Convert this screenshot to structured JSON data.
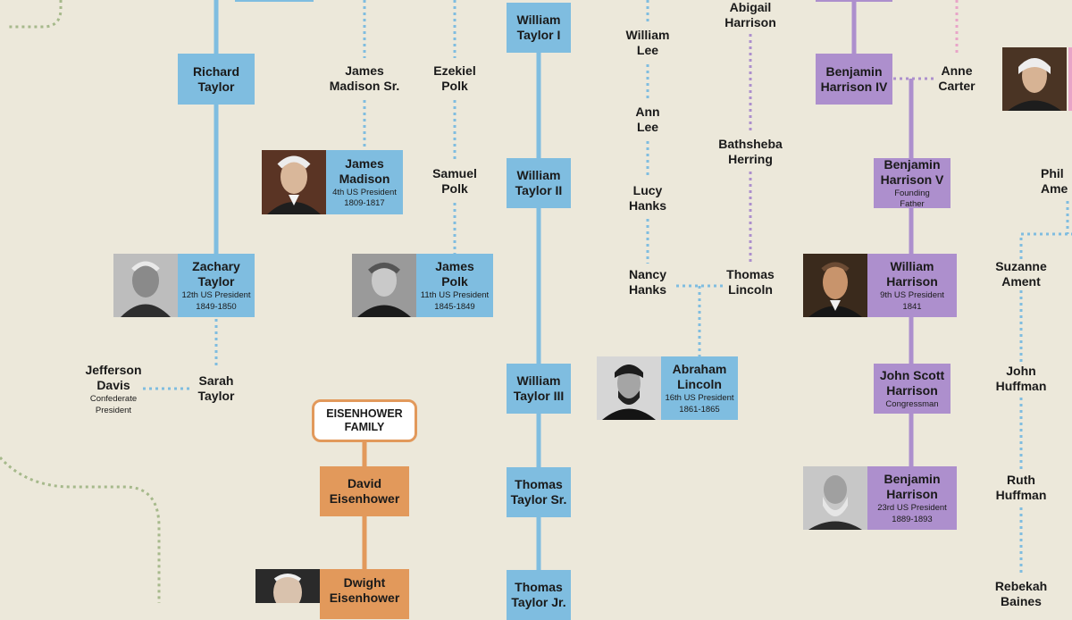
{
  "people": {
    "richard_taylor": {
      "name": "Richard\nTaylor"
    },
    "zachary_taylor": {
      "name": "Zachary\nTaylor",
      "line1": "12th US President",
      "line2": "1849-1850"
    },
    "sarah_taylor": {
      "name": "Sarah\nTaylor"
    },
    "jefferson_davis": {
      "name": "Jefferson\nDavis",
      "line1": "Confederate",
      "line2": "President"
    },
    "james_madison_sr": {
      "name": "James\nMadison Sr."
    },
    "james_madison": {
      "name": "James\nMadison",
      "line1": "4th US President",
      "line2": "1809-1817"
    },
    "ezekiel_polk": {
      "name": "Ezekiel\nPolk"
    },
    "samuel_polk": {
      "name": "Samuel\nPolk"
    },
    "james_polk": {
      "name": "James\nPolk",
      "line1": "11th US President",
      "line2": "1845-1849"
    },
    "william_taylor_1": {
      "name": "William\nTaylor I"
    },
    "william_taylor_2": {
      "name": "William\nTaylor II"
    },
    "william_taylor_3": {
      "name": "William\nTaylor III"
    },
    "thomas_taylor_sr": {
      "name": "Thomas\nTaylor Sr."
    },
    "thomas_taylor_jr": {
      "name": "Thomas\nTaylor Jr."
    },
    "william_lee": {
      "name": "William\nLee"
    },
    "ann_lee": {
      "name": "Ann\nLee"
    },
    "lucy_hanks": {
      "name": "Lucy\nHanks"
    },
    "nancy_hanks": {
      "name": "Nancy\nHanks"
    },
    "abigail_harrison": {
      "name": "Abigail\nHarrison"
    },
    "bathsheba_herring": {
      "name": "Bathsheba\nHerring"
    },
    "thomas_lincoln": {
      "name": "Thomas\nLincoln"
    },
    "abraham_lincoln": {
      "name": "Abraham\nLincoln",
      "line1": "16th US President",
      "line2": "1861-1865"
    },
    "benjamin_harrison_iv": {
      "name": "Benjamin\nHarrison IV"
    },
    "anne_carter": {
      "name": "Anne\nCarter"
    },
    "benjamin_harrison_v": {
      "name": "Benjamin\nHarrison V",
      "line1": "Founding",
      "line2": "Father"
    },
    "william_harrison": {
      "name": "William\nHarrison",
      "line1": "9th US President",
      "line2": "1841"
    },
    "john_scott_harrison": {
      "name": "John Scott\nHarrison",
      "line1": "Congressman"
    },
    "benjamin_harrison": {
      "name": "Benjamin\nHarrison",
      "line1": "23rd US President",
      "line2": "1889-1893"
    },
    "david_eisenhower": {
      "name": "David\nEisenhower"
    },
    "dwight_eisenhower": {
      "name": "Dwight\nEisenhower"
    },
    "phil_ame": {
      "name": "Phil\nAme"
    },
    "suzanne_ament": {
      "name": "Suzanne\nAment"
    },
    "john_huffman": {
      "name": "John\nHuffman"
    },
    "ruth_huffman": {
      "name": "Ruth\nHuffman"
    },
    "rebekah_baines": {
      "name": "Rebekah\nBaines"
    }
  },
  "family_labels": {
    "eisenhower": "EISENHOWER\nFAMILY"
  },
  "colors": {
    "taylor": "#7fbde0",
    "harrison": "#ad8fcd",
    "eisenhower": "#e2995b",
    "background": "#ece8da"
  }
}
